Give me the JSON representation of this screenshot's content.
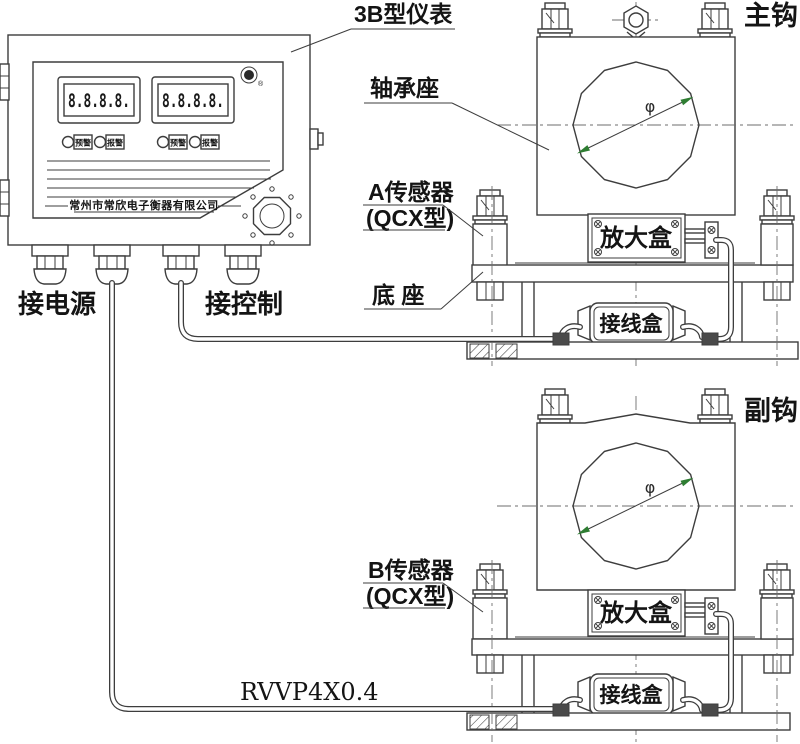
{
  "instrument": {
    "display_main": "8.8.8.8.",
    "display_aux": "8.8.8.8.",
    "indicators": [
      "预警",
      "报警",
      "预警",
      "报警"
    ],
    "company": "常州市常欣电子衡器有限公司",
    "registered": "®"
  },
  "callouts": {
    "instrument": "3B型仪表",
    "bearing_seat": "轴承座",
    "sensor_a": "A传感器",
    "sensor_a_type": "(QCX型)",
    "base": "底 座",
    "sensor_b": "B传感器",
    "sensor_b_type": "(QCX型)",
    "main_hook": "主钩",
    "aux_hook": "副钩",
    "power": "接电源",
    "control": "接控制",
    "cable_type": "RVVP4X0.4"
  },
  "parts": {
    "amp_box": "放大盒",
    "junction_box": "接线盒",
    "diameter_symbol": "φ"
  },
  "colors": {
    "line": "#3d3d3d",
    "arrow_green": "#2e7d32",
    "background": "#ffffff",
    "text": "#141414"
  }
}
